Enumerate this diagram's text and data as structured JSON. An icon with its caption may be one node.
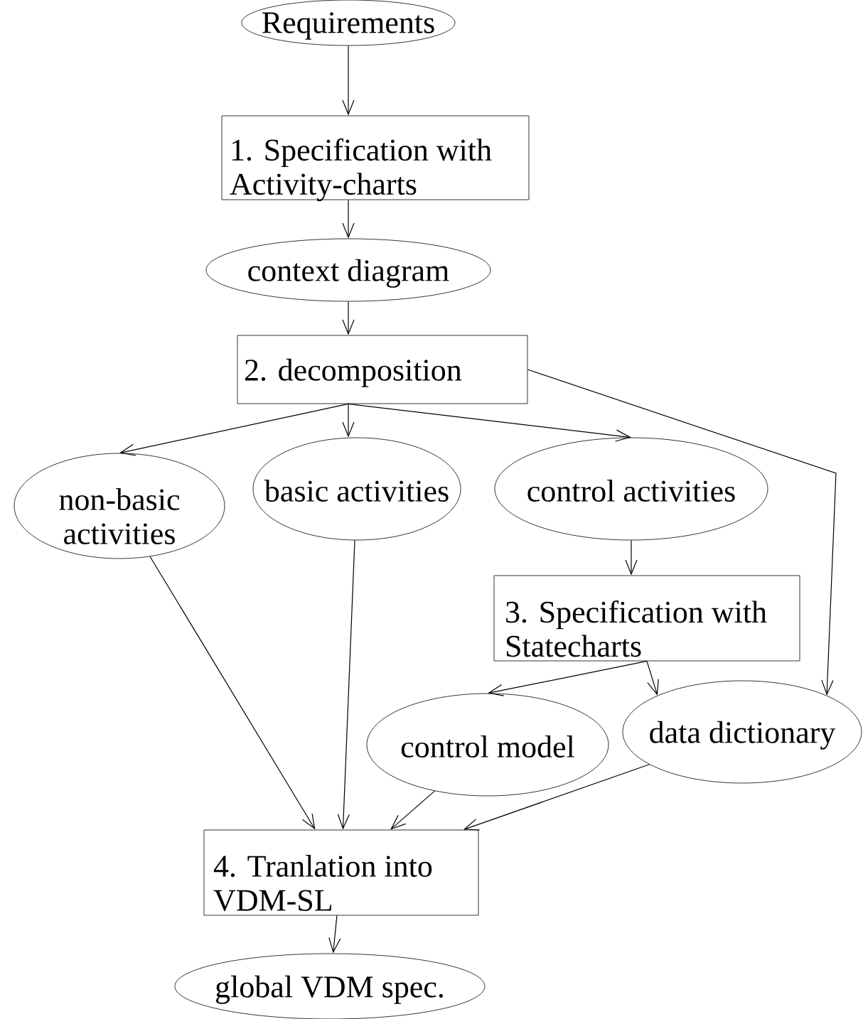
{
  "diagram": {
    "nodes": [
      {
        "text": [
          "Requirements"
        ]
      },
      {
        "text": [
          "1. Specification with Activity-charts"
        ]
      },
      {
        "text": [
          "context diagram"
        ]
      },
      {
        "text": [
          "2. decomposition"
        ]
      },
      {
        "text": [
          "non-basic activities"
        ]
      },
      {
        "text": [
          "basic activities"
        ]
      },
      {
        "text": [
          "control activities"
        ]
      },
      {
        "text": [
          "3. Specification with Statecharts"
        ]
      },
      {
        "text": [
          "control model"
        ]
      },
      {
        "text": [
          "data dictionary"
        ]
      },
      {
        "text": [
          "4. Tranlation into VDM-SL"
        ]
      },
      {
        "text": [
          "global VDM spec."
        ]
      }
    ],
    "edges": [
      {
        "from": 0,
        "to": 1,
        "arrow": "to"
      },
      {
        "from": 1,
        "to": 2,
        "arrow": "to"
      },
      {
        "from": 2,
        "to": 3,
        "arrow": "to"
      },
      {
        "from": 3,
        "to": 4,
        "arrow": "to"
      },
      {
        "from": 3,
        "to": 5,
        "arrow": "to"
      },
      {
        "from": 3,
        "to": 6,
        "arrow": "to"
      },
      {
        "from": 3,
        "to": 9,
        "arrow": "to"
      },
      {
        "from": 6,
        "to": 7,
        "arrow": "to"
      },
      {
        "from": 7,
        "to": 8,
        "arrow": "to"
      },
      {
        "from": 7,
        "to": 9,
        "arrow": "to"
      },
      {
        "from": 4,
        "to": 10,
        "arrow": "to"
      },
      {
        "from": 5,
        "to": 10,
        "arrow": "to"
      },
      {
        "from": 8,
        "to": 10,
        "arrow": "to"
      },
      {
        "from": 9,
        "to": 10,
        "arrow": "to"
      },
      {
        "from": 10,
        "to": 11,
        "arrow": "to"
      }
    ]
  }
}
